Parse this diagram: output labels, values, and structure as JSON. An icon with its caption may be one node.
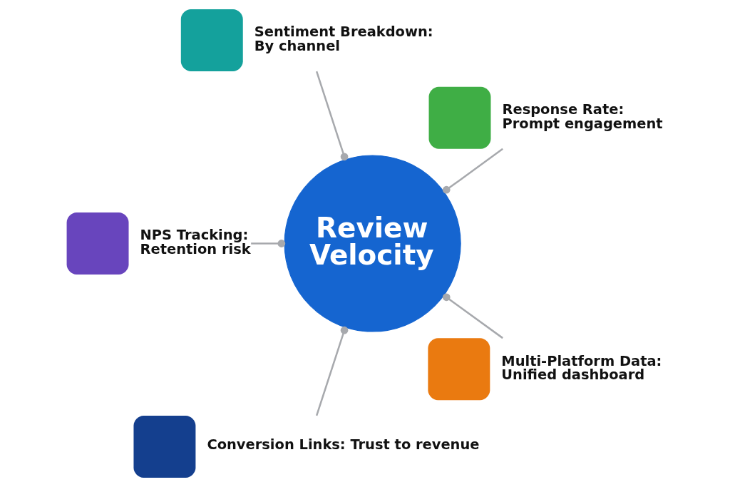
{
  "diagram": {
    "nodes": [
      {
        "text": [
          "Sentiment Breakdown: By channel"
        ]
      },
      {
        "text": [
          "Response Rate: Prompt engagement"
        ]
      },
      {
        "text": [
          "Review Velocity"
        ]
      },
      {
        "text": [
          "NPS Tracking: Retention risk"
        ]
      },
      {
        "text": [
          "Multi-Platform Data: Unified dashboard"
        ]
      },
      {
        "text": [
          "Conversion Links: Trust to revenue"
        ]
      }
    ],
    "edges": [
      {
        "from": 0,
        "to": 2,
        "arrow": "other"
      },
      {
        "from": 1,
        "to": 2,
        "arrow": "other"
      },
      {
        "from": 3,
        "to": 2,
        "arrow": "other"
      },
      {
        "from": 4,
        "to": 2,
        "arrow": "other"
      },
      {
        "from": 5,
        "to": 2,
        "arrow": "other"
      }
    ]
  }
}
